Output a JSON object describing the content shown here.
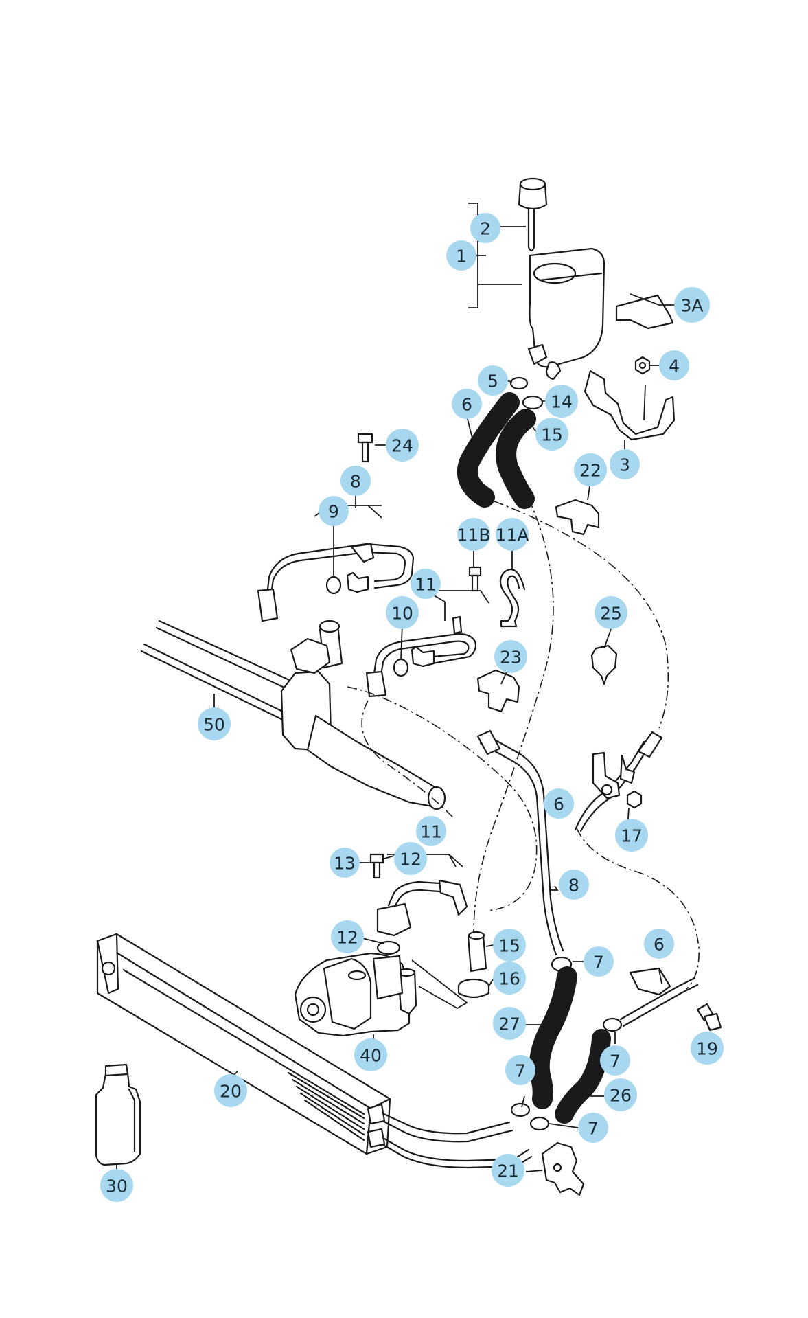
{
  "diagram": {
    "colors": {
      "callout_fill": "#a8d8ef",
      "line": "#1a1a1a",
      "background": "#ffffff"
    },
    "callouts": [
      {
        "id": "c-2",
        "label": "2"
      },
      {
        "id": "c-1",
        "label": "1"
      },
      {
        "id": "c-3a",
        "label": "3A"
      },
      {
        "id": "c-4",
        "label": "4"
      },
      {
        "id": "c-5",
        "label": "5"
      },
      {
        "id": "c-14",
        "label": "14"
      },
      {
        "id": "c-6a",
        "label": "6"
      },
      {
        "id": "c-15a",
        "label": "15"
      },
      {
        "id": "c-3",
        "label": "3"
      },
      {
        "id": "c-24",
        "label": "24"
      },
      {
        "id": "c-22",
        "label": "22"
      },
      {
        "id": "c-8a",
        "label": "8"
      },
      {
        "id": "c-9",
        "label": "9"
      },
      {
        "id": "c-11b",
        "label": "11B"
      },
      {
        "id": "c-11a",
        "label": "11A"
      },
      {
        "id": "c-11x",
        "label": "11"
      },
      {
        "id": "c-10",
        "label": "10"
      },
      {
        "id": "c-25",
        "label": "25"
      },
      {
        "id": "c-23",
        "label": "23"
      },
      {
        "id": "c-50",
        "label": "50"
      },
      {
        "id": "c-6b",
        "label": "6"
      },
      {
        "id": "c-17",
        "label": "17"
      },
      {
        "id": "c-11y",
        "label": "11"
      },
      {
        "id": "c-13",
        "label": "13"
      },
      {
        "id": "c-12a",
        "label": "12"
      },
      {
        "id": "c-8b",
        "label": "8"
      },
      {
        "id": "c-12b",
        "label": "12"
      },
      {
        "id": "c-15b",
        "label": "15"
      },
      {
        "id": "c-7a",
        "label": "7"
      },
      {
        "id": "c-6c",
        "label": "6"
      },
      {
        "id": "c-16",
        "label": "16"
      },
      {
        "id": "c-27",
        "label": "27"
      },
      {
        "id": "c-19",
        "label": "19"
      },
      {
        "id": "c-40",
        "label": "40"
      },
      {
        "id": "c-7b",
        "label": "7"
      },
      {
        "id": "c-7c",
        "label": "7"
      },
      {
        "id": "c-20",
        "label": "20"
      },
      {
        "id": "c-26",
        "label": "26"
      },
      {
        "id": "c-7d",
        "label": "7"
      },
      {
        "id": "c-21",
        "label": "21"
      },
      {
        "id": "c-30",
        "label": "30"
      }
    ]
  }
}
